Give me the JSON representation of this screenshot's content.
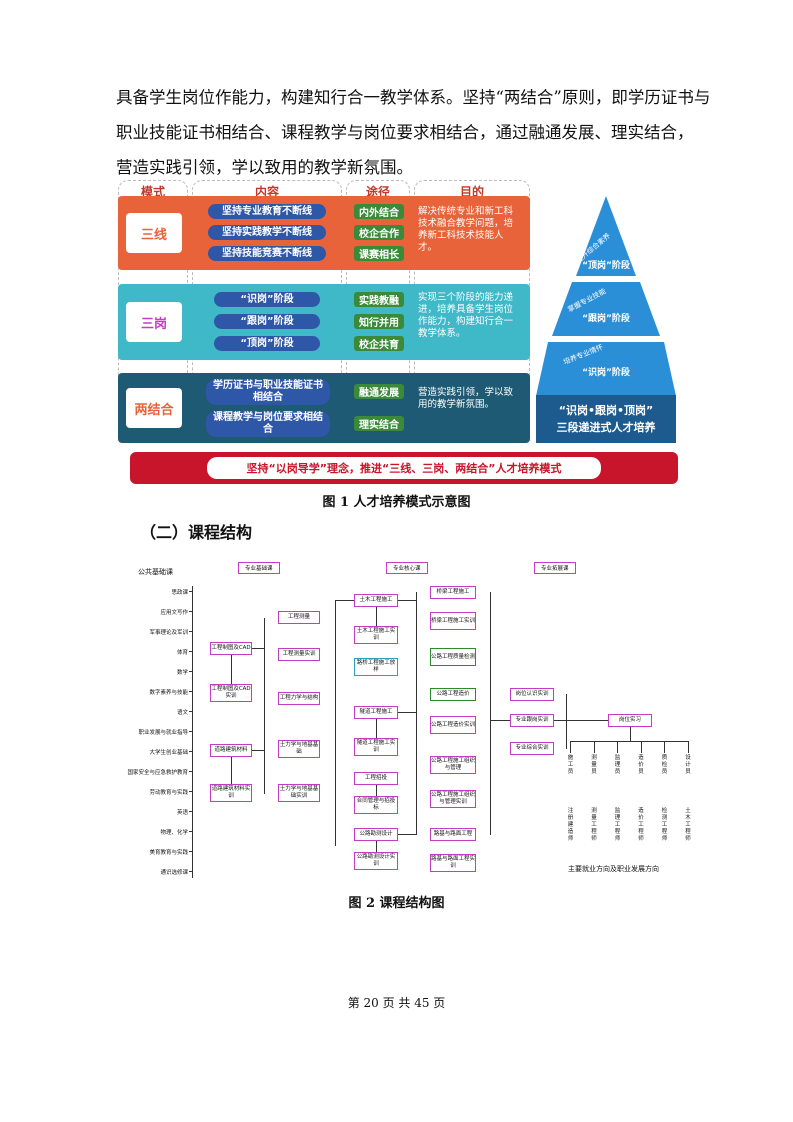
{
  "paragraph": [
    "具备学生岗位作能力，构建知行合一教学体系。坚持“两结合”原则，即学历证书与",
    "职业技能证书相结合、课程教学与岗位要求相结合，通过融通发展、理实结合，",
    "营造实践引领，学以致用的教学新氛围。"
  ],
  "fig1": {
    "col_heads": [
      "模式",
      "内容",
      "途径",
      "目的"
    ],
    "rows": [
      {
        "mode": "三线",
        "contents": [
          "坚持专业教育不断线",
          "坚持实践教学不断线",
          "坚持技能竞赛不断线"
        ],
        "paths": [
          "内外结合",
          "校企合作",
          "课赛相长"
        ],
        "purpose": "解决传统专业和新工科技术融合教学问题，培养新工科技术技能人才。"
      },
      {
        "mode": "三岗",
        "contents": [
          "“识岗”阶段",
          "“跟岗”阶段",
          "“顶岗”阶段"
        ],
        "paths": [
          "实践教融",
          "知行并用",
          "校企共育"
        ],
        "purpose": "实现三个阶段的能力递进，培养具备学生岗位作能力，构建知行合一教学体系。"
      },
      {
        "mode": "两结合",
        "contents": [
          "学历证书与职业技能证书相结合",
          "课程教学与岗位要求相结合"
        ],
        "paths": [
          "融通发展",
          "理实结合"
        ],
        "purpose": "营造实践引领，学以致用的教学新氛围。"
      }
    ],
    "pyramid": {
      "stages": [
        "“顶岗”阶段",
        "“跟岗”阶段",
        "“识岗”阶段"
      ],
      "sides": [
        "提升综合素养",
        "掌握专业技能",
        "培养专业情怀"
      ],
      "base_line1": "“识岗•跟岗•顶岗”",
      "base_line2": "三段递进式人才培养"
    },
    "banner": "坚持“以岗导学”理念，推进“三线、三岗、两结合”人才培养模式",
    "caption": "图 1  人才培养模式示意图"
  },
  "section_title": "（二）课程结构",
  "fig2": {
    "public_title": "公共基础课",
    "headers": [
      "专业基础课",
      "专业核心课",
      "专业拓展课"
    ],
    "public_courses": [
      "思政课",
      "应用文写作",
      "军事理论及军训",
      "体育",
      "数学",
      "数字素养与技能",
      "语文",
      "职业发展与就业指导",
      "大学生创业基础",
      "国家安全与应急救护教育",
      "劳动教育与实践",
      "英语",
      "物理、化学",
      "美育教育与实践",
      "通识选修课"
    ],
    "basic_col1": [
      "工程制图及CAD",
      "工程制图及CAD实训",
      "道路建筑材料",
      "道路建筑材料实训"
    ],
    "basic_col2": [
      "工程测量",
      "工程测量实训",
      "工程力学与结构",
      "土力学与地基基础",
      "土力学与地基基础实训"
    ],
    "core_col1": [
      "土木工程施工",
      "土木工程施工实训",
      "路桥工程施工放样",
      "隧道工程施工",
      "隧道工程施工实训",
      "工程招投",
      "合同管理与招投标",
      "公路勘测设计",
      "公路勘测设计实训"
    ],
    "core_col2": [
      "桥梁工程施工",
      "桥梁工程施工实训",
      "公路工程质量检测",
      "公路工程造价",
      "公路工程造价实训",
      "公路工程施工组织与管理",
      "公路工程施工组织与管理实训",
      "路基与路面工程",
      "路基与路面工程实训"
    ],
    "expand": [
      "岗位认识实训",
      "专业跟岗实训",
      "专业综合实训"
    ],
    "internship": "岗位实习",
    "jobs": [
      "施工员",
      "测量员",
      "监理员",
      "造价员",
      "质检员",
      "设计员"
    ],
    "careers": [
      "注册建造师",
      "测量工程师",
      "监理工程师",
      "造价工程师",
      "检测工程师",
      "土木工程师"
    ],
    "career_caption": "主要就业方向及职业发展方向",
    "caption": "图 2  课程结构图"
  },
  "footer": "第 20 页 共 45 页"
}
